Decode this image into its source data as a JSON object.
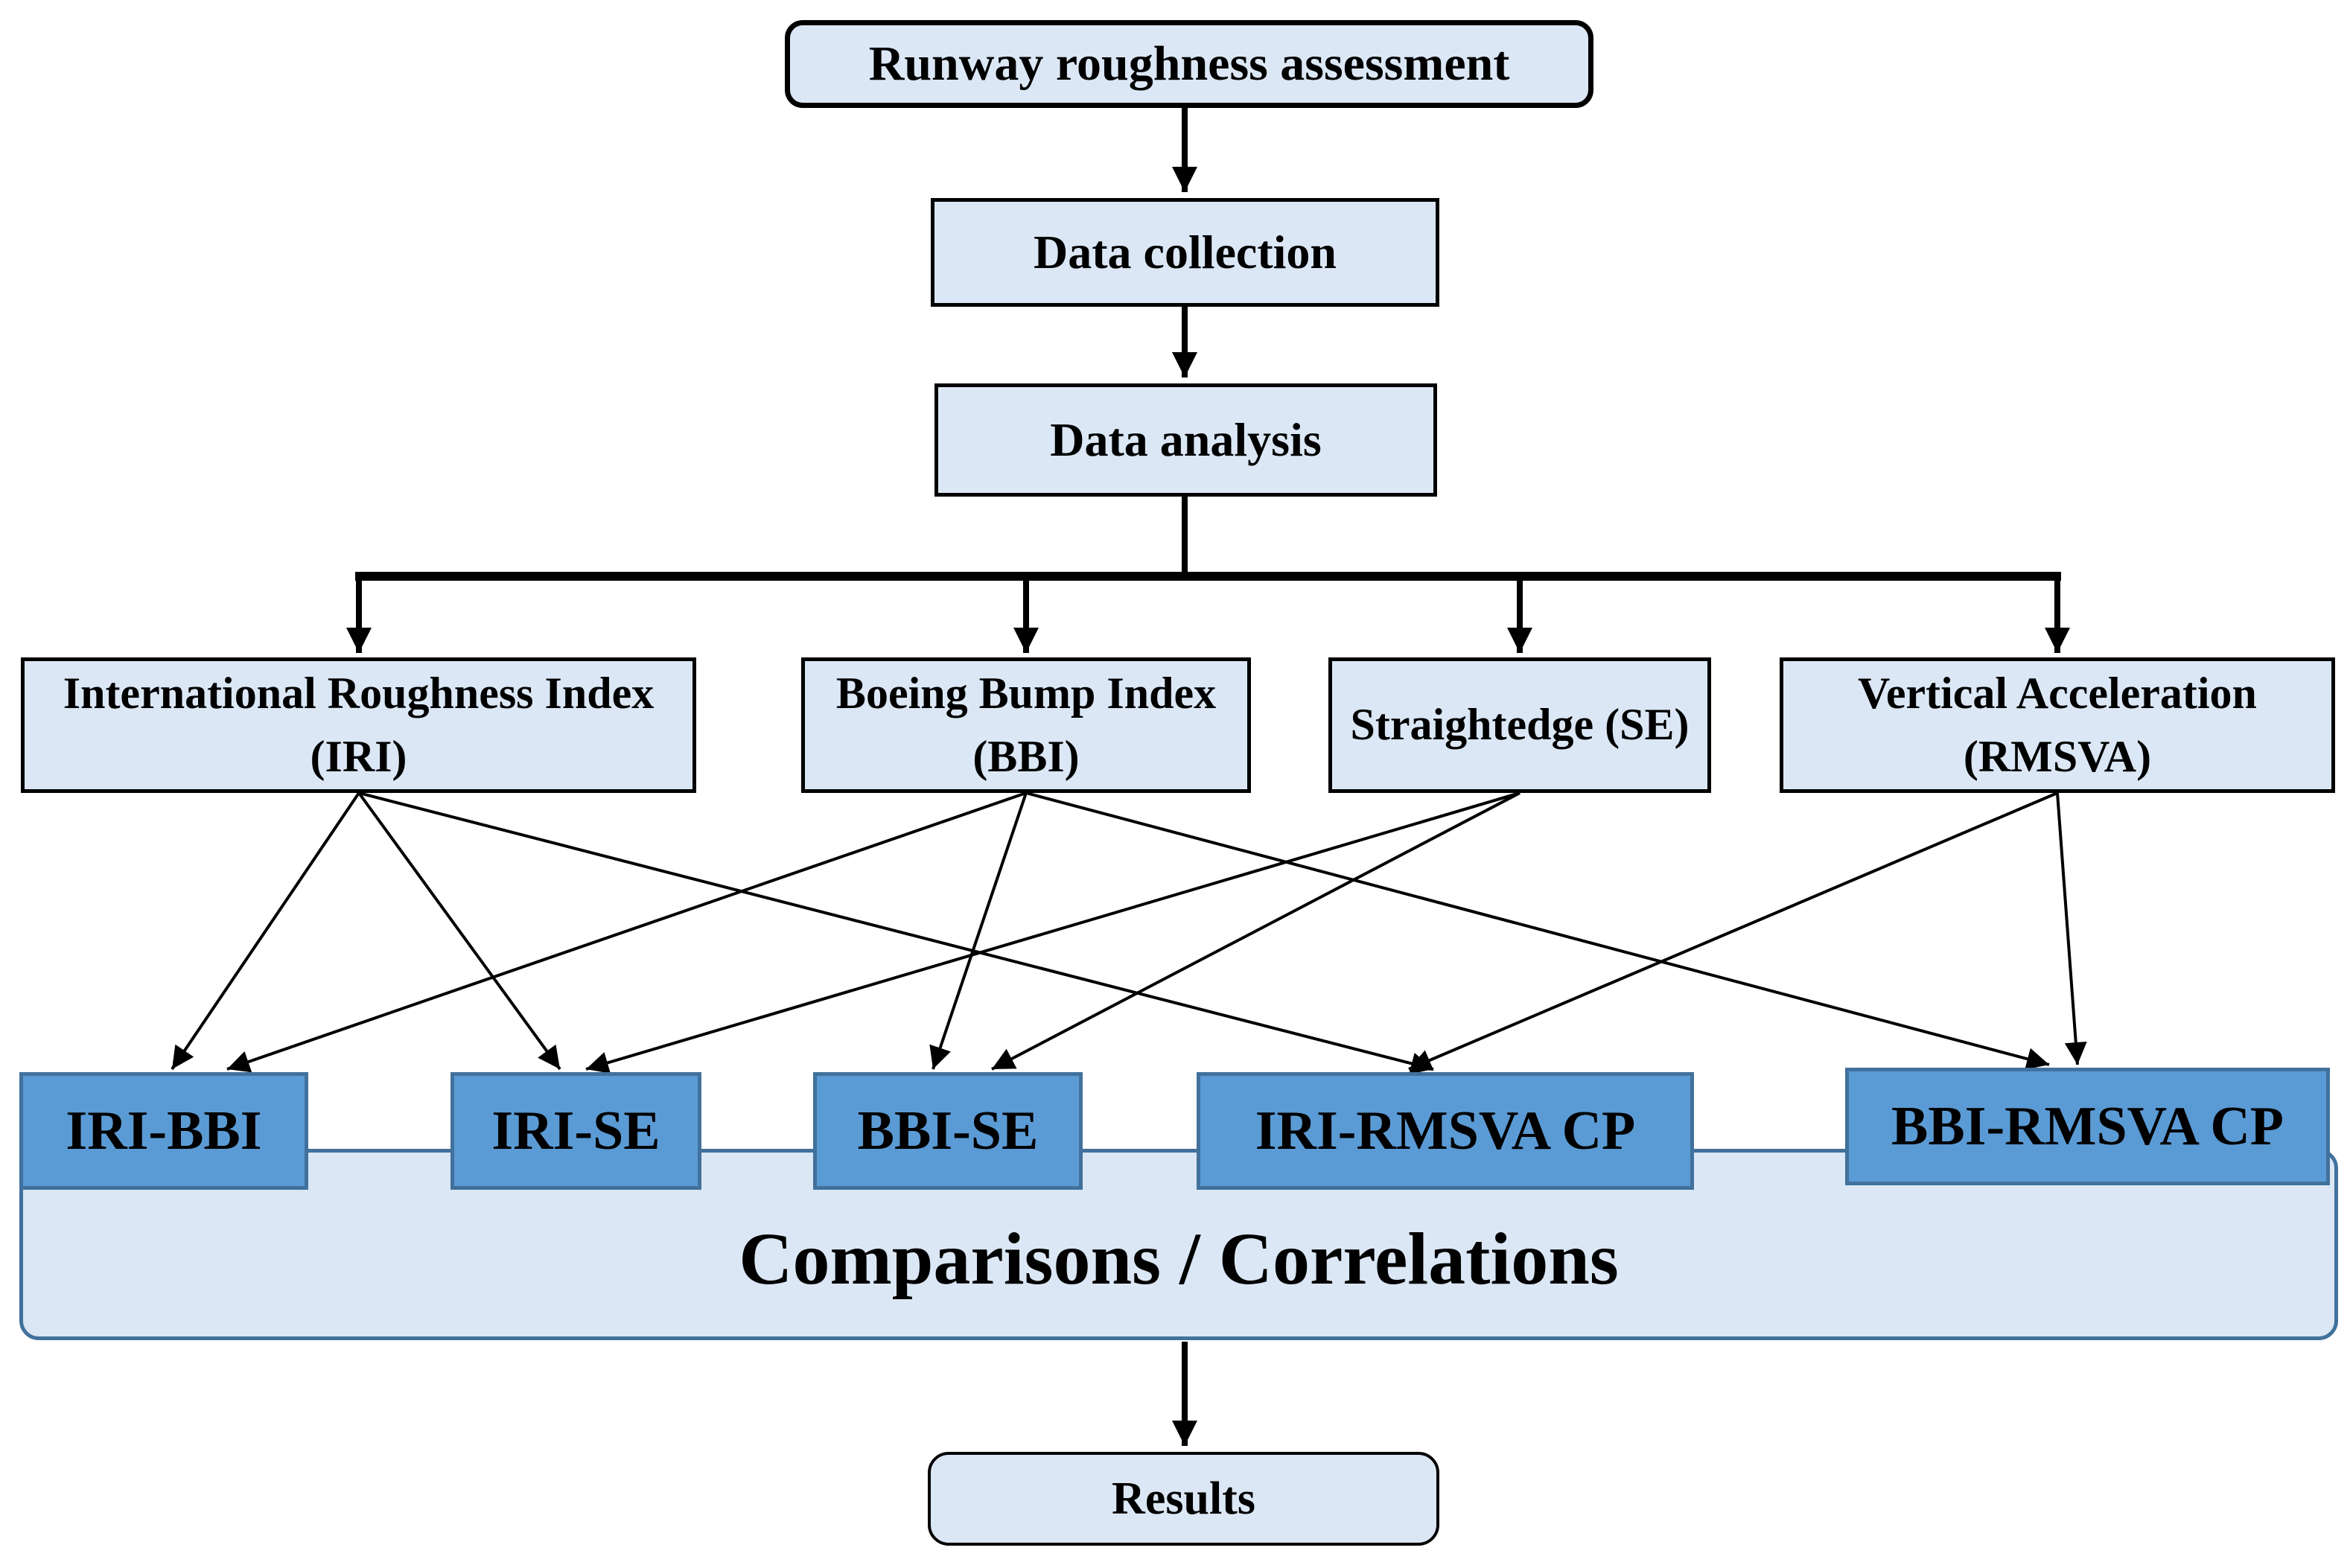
{
  "diagram": {
    "type": "flowchart",
    "title_box": "Runway roughness assessment",
    "flow": {
      "data_collection": "Data collection",
      "data_analysis": "Data analysis"
    },
    "methods": [
      "International Roughness Index (IRI)",
      "Boeing Bump Index (BBI)",
      "Straightedge (SE)",
      "Vertical Acceleration (RMSVA)"
    ],
    "comparisons": [
      "IRI-BBI",
      "IRI-SE",
      "BBI-SE",
      "IRI-RMSVA CP",
      "BBI-RMSVA CP"
    ],
    "container_label": "Comparisons / Correlations",
    "results": "Results",
    "edges": [
      "Runway roughness assessment -> Data collection",
      "Data collection -> Data analysis",
      "Data analysis -> IRI",
      "Data analysis -> BBI",
      "Data analysis -> SE",
      "Data analysis -> RMSVA",
      "IRI -> IRI-BBI",
      "IRI -> IRI-SE",
      "IRI -> IRI-RMSVA CP",
      "BBI -> IRI-BBI",
      "BBI -> BBI-SE",
      "BBI -> BBI-RMSVA CP",
      "SE -> IRI-SE",
      "SE -> BBI-SE",
      "RMSVA -> IRI-RMSVA CP",
      "RMSVA -> BBI-RMSVA CP",
      "Comparisons / Correlations -> Results"
    ],
    "colors": {
      "light_box_fill": "#dbe7f5",
      "dark_box_fill": "#5b9bd5",
      "dark_box_border": "#41719c",
      "box_border": "#000000",
      "arrow": "#000000",
      "background": "#ffffff"
    }
  }
}
